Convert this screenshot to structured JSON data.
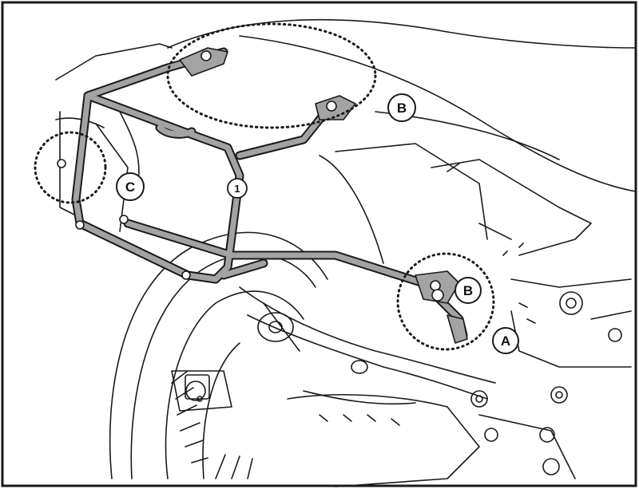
{
  "diagram": {
    "callouts": {
      "part1": "1",
      "b_top": "B",
      "b_lower": "B",
      "c": "C",
      "a": "A"
    },
    "colors": {
      "line": "#1a1a1a",
      "rack_fill": "#a3a3a3",
      "background": "#ffffff"
    }
  }
}
